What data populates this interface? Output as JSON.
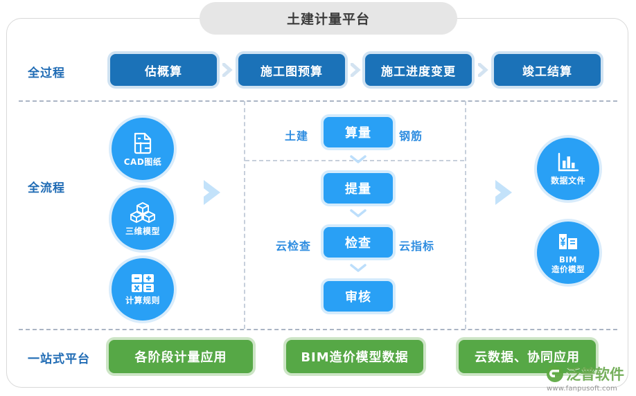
{
  "header": {
    "title": "土建计量平台"
  },
  "colors": {
    "primary_blue": "#1b72b8",
    "light_blue": "#29a0f5",
    "label_blue": "#1f6bb4",
    "green": "#56a846",
    "title_pill": "#e6e6e6",
    "dash_gray": "#aab4c4",
    "arrow_blue": "#c3e2fa"
  },
  "rows": {
    "process_label": "全过程",
    "flow_label": "全流程",
    "platform_label": "一站式平台"
  },
  "process": {
    "steps": [
      {
        "label": "估概算"
      },
      {
        "label": "施工图预算"
      },
      {
        "label": "施工进度变更"
      },
      {
        "label": "竣工结算"
      }
    ],
    "separator_icon": "chevron-right-icon",
    "separator_glyph": "❯"
  },
  "inputs": {
    "nodes": [
      {
        "label": "CAD图纸",
        "icon": "cad-drawing-icon"
      },
      {
        "label": "三维模型",
        "icon": "3d-model-icon"
      },
      {
        "label": "计算规则",
        "icon": "calculator-icon"
      }
    ]
  },
  "core": {
    "steps": [
      {
        "label": "算量",
        "left": "土建",
        "right": "钢筋"
      },
      {
        "label": "提量",
        "left": "",
        "right": ""
      },
      {
        "label": "检查",
        "left": "云检查",
        "right": "云指标"
      },
      {
        "label": "审核",
        "left": "",
        "right": ""
      }
    ],
    "step_connector_icon": "chevron-down-icon"
  },
  "outputs": {
    "nodes": [
      {
        "label": "数据文件",
        "icon": "bar-chart-icon"
      },
      {
        "label": "BIM\n造价模型",
        "icon": "bim-cost-model-icon"
      }
    ]
  },
  "stage_arrows": {
    "left_icon": "chevron-right-large-icon",
    "right_icon": "chevron-right-large-icon"
  },
  "platform": {
    "items": [
      {
        "label": "各阶段计量应用"
      },
      {
        "label": "BIM造价模型数据"
      },
      {
        "label": "云数据、协同应用"
      }
    ]
  },
  "watermark": {
    "brand": "泛普软件",
    "url": "www.fanpusoft.com",
    "icon": "fanpu-logo-icon"
  }
}
